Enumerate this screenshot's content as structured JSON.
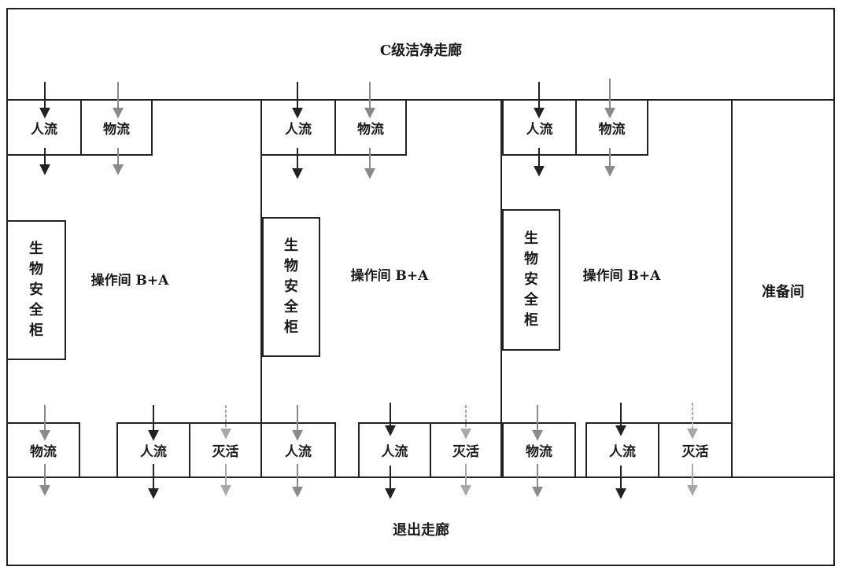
{
  "corridor_top": "C级洁净走廊",
  "corridor_bottom": "退出走廊",
  "prep_room": "准备间",
  "operation_rooms": [
    {
      "name": "操作间 B+A",
      "cabinet": [
        "生",
        "物",
        "安",
        "全",
        "柜"
      ],
      "top_cells": [
        "人流",
        "物流"
      ],
      "bottom_cells": [
        "物流",
        "人流",
        "灭活"
      ]
    },
    {
      "name": "操作间 B+A",
      "cabinet": [
        "生",
        "物",
        "安",
        "全",
        "柜"
      ],
      "top_cells": [
        "人流",
        "物流"
      ],
      "bottom_cells": [
        "人流",
        "人流",
        "灭活"
      ]
    },
    {
      "name": "操作间 B+A",
      "cabinet": [
        "生",
        "物",
        "安",
        "全",
        "柜"
      ],
      "top_cells": [
        "人流",
        "物流"
      ],
      "bottom_cells": [
        "物流",
        "人流",
        "灭活"
      ]
    }
  ],
  "colors": {
    "people_flow": "#222222",
    "material_flow": "#8a8a8a",
    "inactivation": "#a8a8a8"
  }
}
